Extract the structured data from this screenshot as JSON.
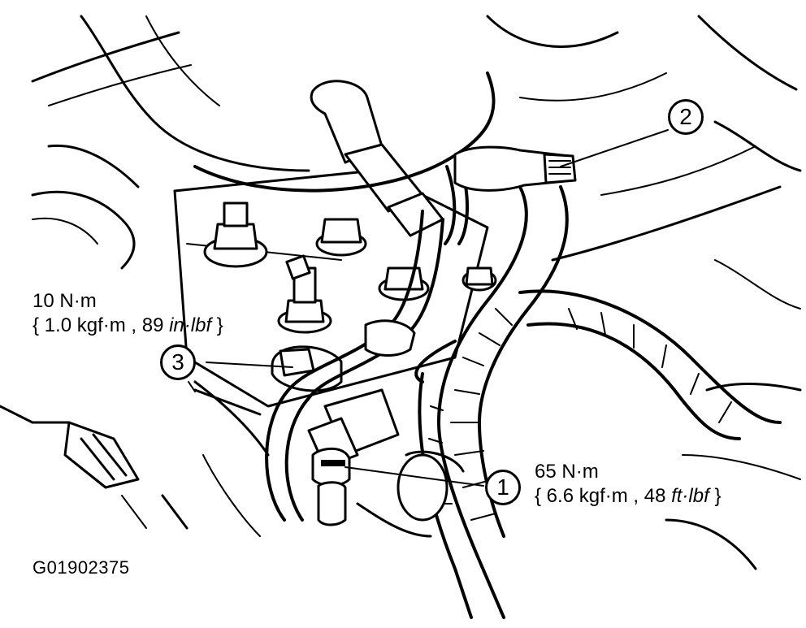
{
  "markers": {
    "m1": "1",
    "m2": "2",
    "m3": "3"
  },
  "torque_3": {
    "line1": "10 N·m",
    "line2_a": "{ 1.0 kgf·m , 89 ",
    "line2_b": "in·lbf",
    "line2_c": " }"
  },
  "torque_1": {
    "line1": "65 N·m",
    "line2_a": "{ 6.6 kgf·m , 48 ",
    "line2_b": "ft·lbf",
    "line2_c": " }"
  },
  "figure_code": "G01902375"
}
